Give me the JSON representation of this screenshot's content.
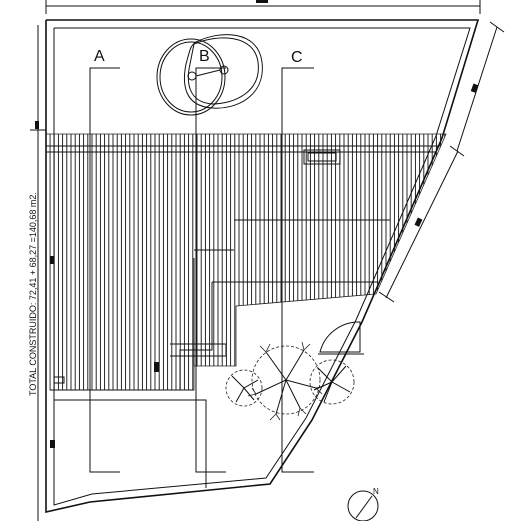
{
  "plan": {
    "section_labels": [
      "A",
      "B",
      "C"
    ],
    "area_note": "TOTAL CONSTRUIDO: 72,41 + 68,27 =140,68 m2.",
    "north_label": "N"
  }
}
